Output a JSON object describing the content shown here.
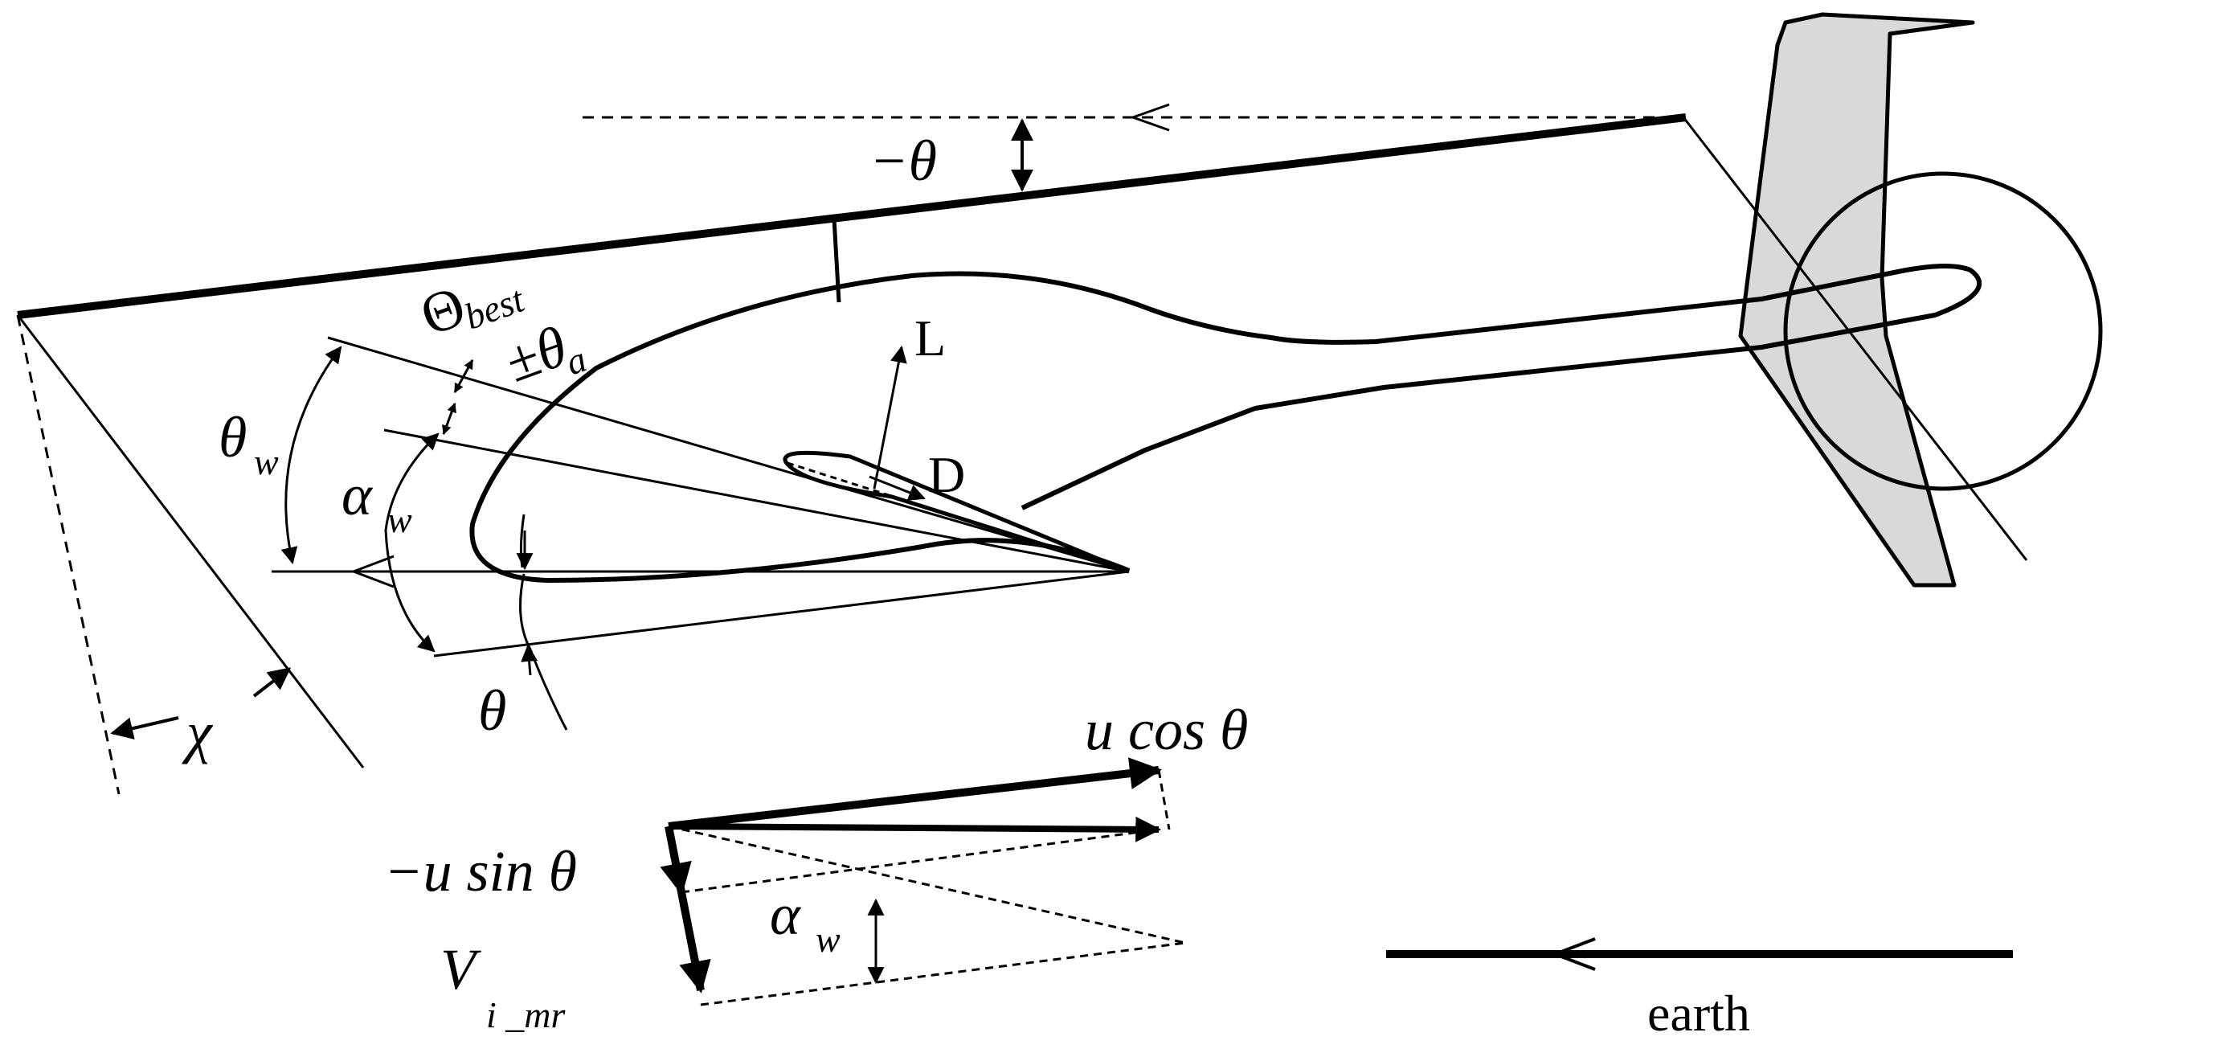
{
  "labels": {
    "neg_theta": "−θ",
    "theta_best_main": "Θ",
    "theta_best_sub": "best",
    "pm_theta_a_main": "±θ",
    "pm_theta_a_sub": "a",
    "theta_w_main": "θ",
    "theta_w_sub": "w",
    "alpha_w_main": "α",
    "alpha_w_sub": "w",
    "theta": "θ",
    "chi": "χ",
    "lift": "L",
    "drag": "D",
    "u_cos_theta": "u cos θ",
    "neg_u_sin_theta": "−u sin θ",
    "vi_main": "V",
    "vi_sub": "i _mr",
    "alpha_w2_main": "α",
    "alpha_w2_sub": "w",
    "earth": "earth"
  },
  "colors": {
    "ink": "#000000",
    "tail_fill": "#d9d9d9"
  }
}
